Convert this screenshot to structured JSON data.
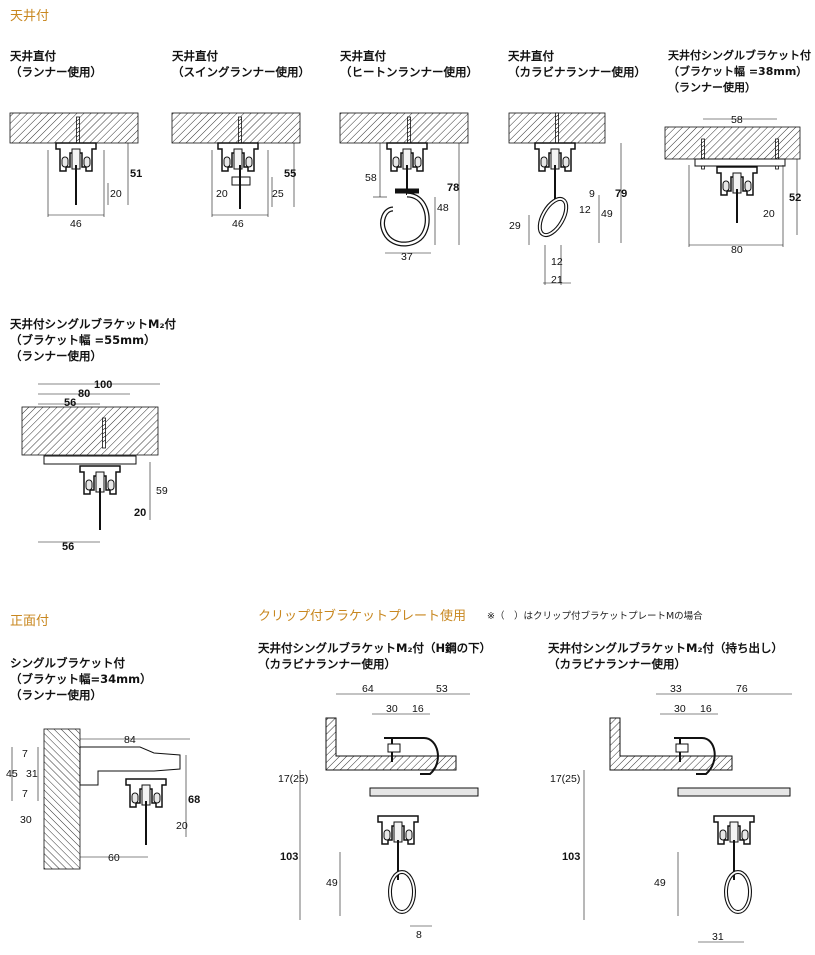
{
  "sections": {
    "ceiling": "天井付",
    "front": "正面付",
    "clip": "クリップ付ブラケットプレート使用",
    "clip_note": "※（　）はクリップ付ブラケットプレートMの場合"
  },
  "captions": {
    "d1": [
      "天井直付",
      "（ランナー使用）"
    ],
    "d2": [
      "天井直付",
      "（スイングランナー使用）"
    ],
    "d3": [
      "天井直付",
      "（ヒートンランナー使用）"
    ],
    "d4": [
      "天井直付",
      "（カラビナランナー使用）"
    ],
    "d5": [
      "天井付シングルブラケット付",
      "（ブラケット幅 =38mm）",
      "（ランナー使用）"
    ],
    "d6": [
      "天井付シングルブラケットM₂付",
      "（ブラケット幅 =55mm）",
      "（ランナー使用）"
    ],
    "d7": [
      "シングルブラケット付",
      "（ブラケット幅=34mm）",
      "（ランナー使用）"
    ],
    "d8": [
      "天井付シングルブラケットM₂付（H鋼の下）",
      "（カラビナランナー使用）"
    ],
    "d9": [
      "天井付シングルブラケットM₂付（持ち出し）",
      "（カラビナランナー使用）"
    ]
  },
  "dims": {
    "d1": [
      "51",
      "20",
      "46"
    ],
    "d2": [
      "55",
      "25",
      "20",
      "46"
    ],
    "d3": [
      "58",
      "78",
      "48",
      "37"
    ],
    "d4": [
      "79",
      "9",
      "49",
      "12",
      "29",
      "12",
      "21"
    ],
    "d5": [
      "58",
      "52",
      "20",
      "80"
    ],
    "d6": [
      "100",
      "80",
      "56",
      "59",
      "20",
      "56"
    ],
    "d7": [
      "84",
      "7",
      "45",
      "31",
      "7",
      "68",
      "30",
      "20",
      "60"
    ],
    "d8": [
      "64",
      "53",
      "30",
      "16",
      "17(25)",
      "103",
      "49",
      "8"
    ],
    "d9": [
      "33",
      "76",
      "30",
      "16",
      "17(25)",
      "103",
      "49",
      "31"
    ]
  }
}
